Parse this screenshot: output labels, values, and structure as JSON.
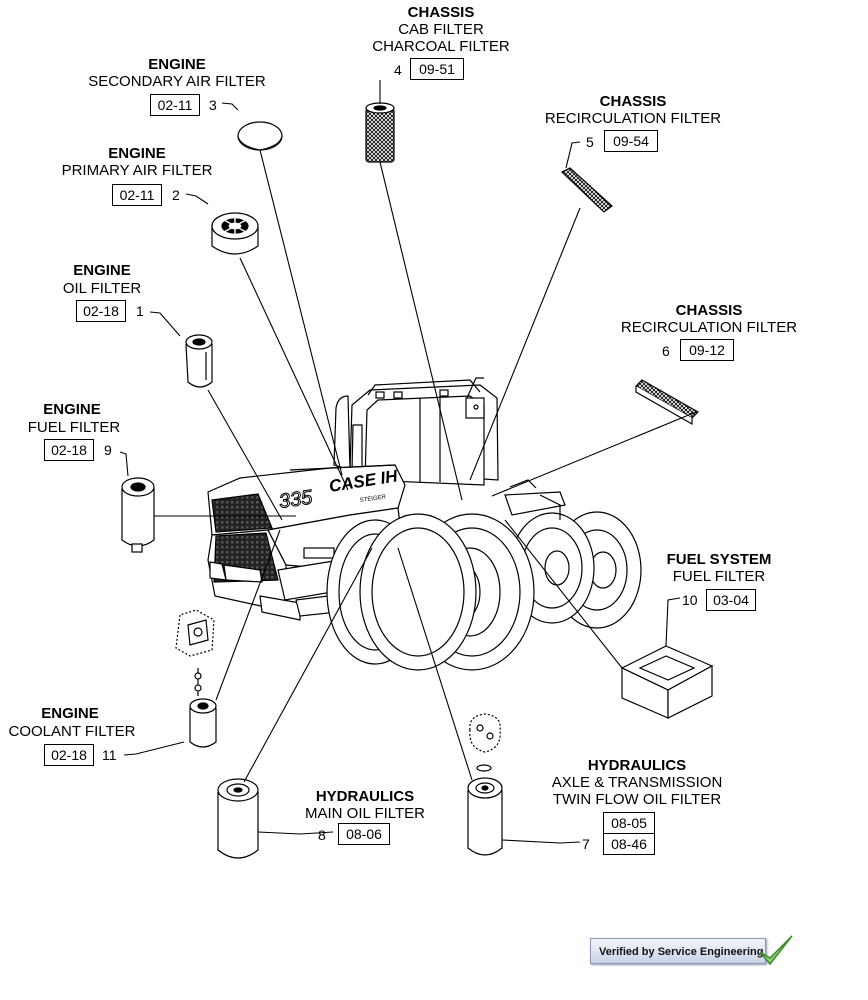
{
  "filters": {
    "secondary_air": {
      "category": "ENGINE",
      "name": "SECONDARY AIR FILTER",
      "refs": [
        "02-11"
      ],
      "item": "3"
    },
    "primary_air": {
      "category": "ENGINE",
      "name": "PRIMARY AIR FILTER",
      "refs": [
        "02-11"
      ],
      "item": "2"
    },
    "oil": {
      "category": "ENGINE",
      "name": "OIL FILTER",
      "refs": [
        "02-18"
      ],
      "item": "1"
    },
    "fuel": {
      "category": "ENGINE",
      "name": "FUEL FILTER",
      "refs": [
        "02-18"
      ],
      "item": "9"
    },
    "coolant": {
      "category": "ENGINE",
      "name": "COOLANT FILTER",
      "refs": [
        "02-18"
      ],
      "item": "11"
    },
    "cab": {
      "category": "CHASSIS",
      "name": "CAB FILTER",
      "name2": "CHARCOAL FILTER",
      "refs": [
        "09-51"
      ],
      "item": "4"
    },
    "recirc_top": {
      "category": "CHASSIS",
      "name": "RECIRCULATION FILTER",
      "refs": [
        "09-54"
      ],
      "item": "5"
    },
    "recirc_mid": {
      "category": "CHASSIS",
      "name": "RECIRCULATION FILTER",
      "refs": [
        "09-12"
      ],
      "item": "6"
    },
    "fuel_system": {
      "category": "FUEL SYSTEM",
      "name": "FUEL FILTER",
      "refs": [
        "03-04"
      ],
      "item": "10"
    },
    "main_oil": {
      "category": "HYDRAULICS",
      "name": "MAIN OIL FILTER",
      "refs": [
        "08-06"
      ],
      "item": "8"
    },
    "twin_flow": {
      "category": "HYDRAULICS",
      "name": "AXLE & TRANSMISSION",
      "name2": "TWIN FLOW OIL FILTER",
      "refs": [
        "08-05",
        "08-46"
      ],
      "item": "7"
    }
  },
  "tractor": {
    "model": "335",
    "brand": "CASE IH",
    "series": "STEIGER"
  },
  "stamp": {
    "text": "Verified by Service Engineering"
  }
}
